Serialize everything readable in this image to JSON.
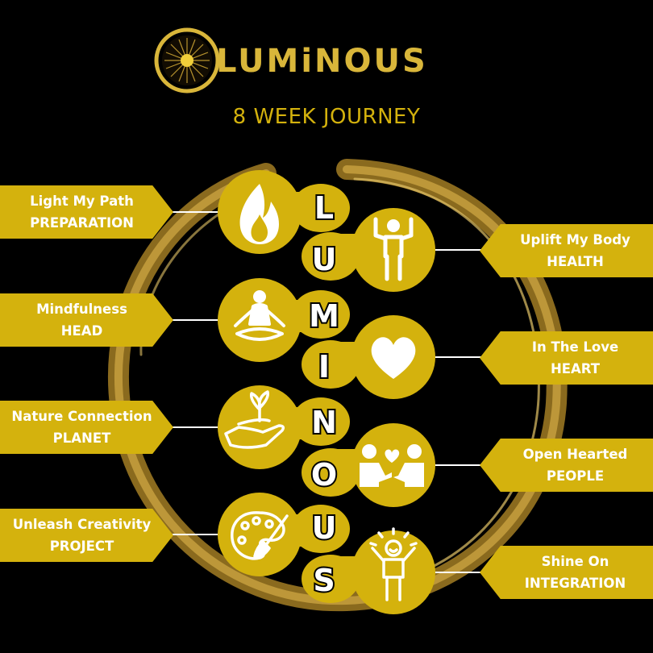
{
  "brand": {
    "name": "LUMiNOUS",
    "logo_icon": "sun-icon",
    "color": "#d9b63a"
  },
  "subtitle": "8 WEEK JOURNEY",
  "word_letters": [
    "L",
    "U",
    "M",
    "I",
    "N",
    "O",
    "U",
    "S"
  ],
  "colors": {
    "background": "#000000",
    "gold": "#d4b20d",
    "ring": "#b08a2a",
    "text": "#ffffff"
  },
  "steps": [
    {
      "line1": "Light My Path",
      "line2": "PREPARATION",
      "icon": "flame-icon",
      "side": "left"
    },
    {
      "line1": "Uplift My Body",
      "line2": "HEALTH",
      "icon": "strong-person-icon",
      "side": "right"
    },
    {
      "line1": "Mindfulness",
      "line2": "HEAD",
      "icon": "meditation-icon",
      "side": "left"
    },
    {
      "line1": "In The Love",
      "line2": "HEART",
      "icon": "heart-icon",
      "side": "right"
    },
    {
      "line1": "Nature Connection",
      "line2": "PLANET",
      "icon": "plant-in-hand-icon",
      "side": "left"
    },
    {
      "line1": "Open Hearted",
      "line2": "PEOPLE",
      "icon": "two-people-heart-icon",
      "side": "right"
    },
    {
      "line1": "Unleash Creativity",
      "line2": "PROJECT",
      "icon": "palette-icon",
      "side": "left"
    },
    {
      "line1": "Shine On",
      "line2": "INTEGRATION",
      "icon": "celebrating-person-icon",
      "side": "right"
    }
  ]
}
